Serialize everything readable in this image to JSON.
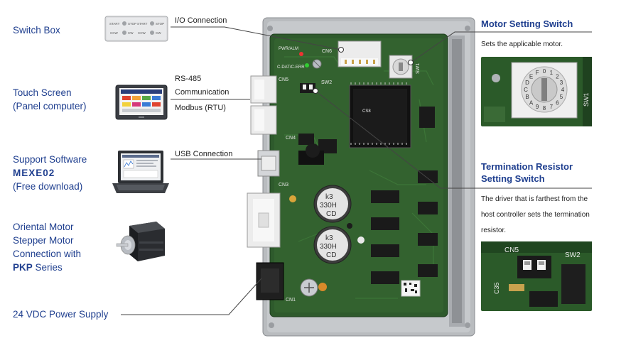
{
  "left_labels": {
    "switch_box": "Switch Box",
    "touch_screen_1": "Touch Screen",
    "touch_screen_2": "(Panel computer)",
    "support_software": "Support Software",
    "mexe": "MEXE02",
    "free_download": "(Free download)",
    "oriental_1": "Oriental Motor",
    "oriental_2": "Stepper Motor",
    "oriental_3": "Connection with",
    "pkp": "PKP",
    "series": " Series",
    "power": "24 VDC Power Supply"
  },
  "connections": {
    "io": "I/O Connection",
    "rs485_1": "RS-485",
    "rs485_2": "Communication",
    "modbus": "Modbus (RTU)",
    "usb": "USB Connection"
  },
  "switch_box": {
    "row1a": "START",
    "row1b": "STOP",
    "row1c": "START",
    "row1d": "STOP",
    "row2a": "CCW",
    "row2b": "CW",
    "row2c": "CCW",
    "row2d": "CW"
  },
  "right": {
    "motor_heading": "Motor Setting Switch",
    "motor_desc": "Sets the applicable motor.",
    "term_heading_1": "Termination Resistor",
    "term_heading_2": "Setting Switch",
    "term_desc_1": "The driver that is farthest from the",
    "term_desc_2": "host controller sets the termination",
    "term_desc_3": "resistor."
  },
  "board": {
    "cn6": "CN6",
    "cn5": "CN5",
    "cn4": "CN4",
    "cn3": "CN3",
    "cn1": "CN1",
    "sw1": "SW1",
    "sw2": "SW2",
    "cap1_1": "k3",
    "cap1_2": "330H",
    "cap1_3": "CD",
    "cap2_1": "k3",
    "cap2_2": "330H",
    "cap2_3": "CD",
    "pwr": "PWR/ALM",
    "cdat": "C-DAT/C-ERR",
    "csb": "CS8"
  },
  "inset_motor": {
    "sw": "SW1",
    "digits": [
      "0",
      "1",
      "2",
      "3",
      "4",
      "5",
      "6",
      "7",
      "8",
      "9",
      "A",
      "B",
      "C",
      "D",
      "E",
      "F"
    ]
  },
  "inset_term": {
    "cn5": "CN5",
    "sw2": "SW2",
    "c35": "C35"
  },
  "colors": {
    "label_blue": "#1f3f8f",
    "pcb_green": "#2e5a2c",
    "metal": "#b9bcbf"
  }
}
